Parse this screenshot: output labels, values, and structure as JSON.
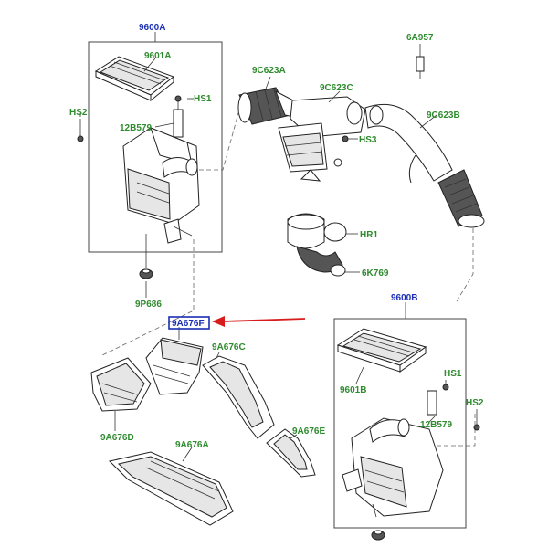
{
  "colors": {
    "box_label": "#1a2fb4",
    "part_label": "#2e8b2e",
    "arrow": "#d81c1c",
    "highlight": "#1a2fb4"
  },
  "labels": {
    "top_box": "9600A",
    "top_filter": "9601A",
    "top_hs1": "HS1",
    "top_hs2": "HS2",
    "top_bracket": "12B579",
    "top_grommet": "9P686",
    "hose_a": "9C623A",
    "hose_c": "9C623C",
    "hose_b": "9C623B",
    "sensor": "6A957",
    "hs3": "HS3",
    "hr1": "HR1",
    "elbow": "6K769",
    "duct_f": "9A676F",
    "duct_c": "9A676C",
    "duct_d": "9A676D",
    "duct_e": "9A676E",
    "duct_a": "9A676A",
    "bottom_box": "9600B",
    "bottom_filter": "9601B",
    "bottom_hs1": "HS1",
    "bottom_hs2": "HS2",
    "bottom_bracket": "12B579"
  }
}
